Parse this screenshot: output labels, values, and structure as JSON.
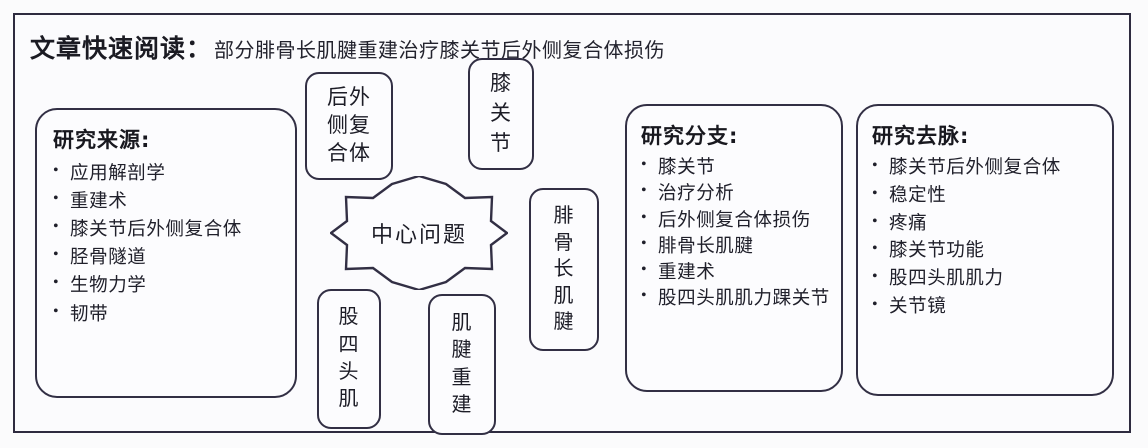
{
  "title": {
    "label": "文章快速阅读：",
    "text": "部分腓骨长肌腱重建治疗膝关节后外侧复合体损伤"
  },
  "center": {
    "label": "中心问题"
  },
  "keyword_boxes": [
    {
      "name": "posterolateral-complex",
      "text": "后外\n侧复\n合体"
    },
    {
      "name": "knee-joint",
      "text": "膝\n关\n节"
    },
    {
      "name": "peroneus-longus-tendon",
      "text": "腓\n骨\n长\n肌\n腱"
    },
    {
      "name": "quadriceps",
      "text": "股\n四\n头\n肌"
    },
    {
      "name": "tendon-reconstruction",
      "text": "肌\n腱\n重\n建"
    }
  ],
  "panels": [
    {
      "name": "research-source",
      "heading": "研究来源:",
      "items": [
        "应用解剖学",
        "重建术",
        "膝关节后外侧复合体",
        "胫骨隧道",
        "生物力学",
        "韧带"
      ]
    },
    {
      "name": "research-branch",
      "heading": "研究分支:",
      "items": [
        "膝关节",
        "治疗分析",
        "后外侧复合体损伤",
        "腓骨长肌腱",
        "重建术",
        "股四头肌肌力踝关节"
      ]
    },
    {
      "name": "research-outcome",
      "heading": "研究去脉:",
      "items": [
        "膝关节后外侧复合体",
        "稳定性",
        "疼痛",
        "膝关节功能",
        "股四头肌肌力",
        "关节镜"
      ]
    }
  ],
  "colors": {
    "ink": "#322f44",
    "text": "#1c1c26",
    "background": "#fbfbfd"
  }
}
